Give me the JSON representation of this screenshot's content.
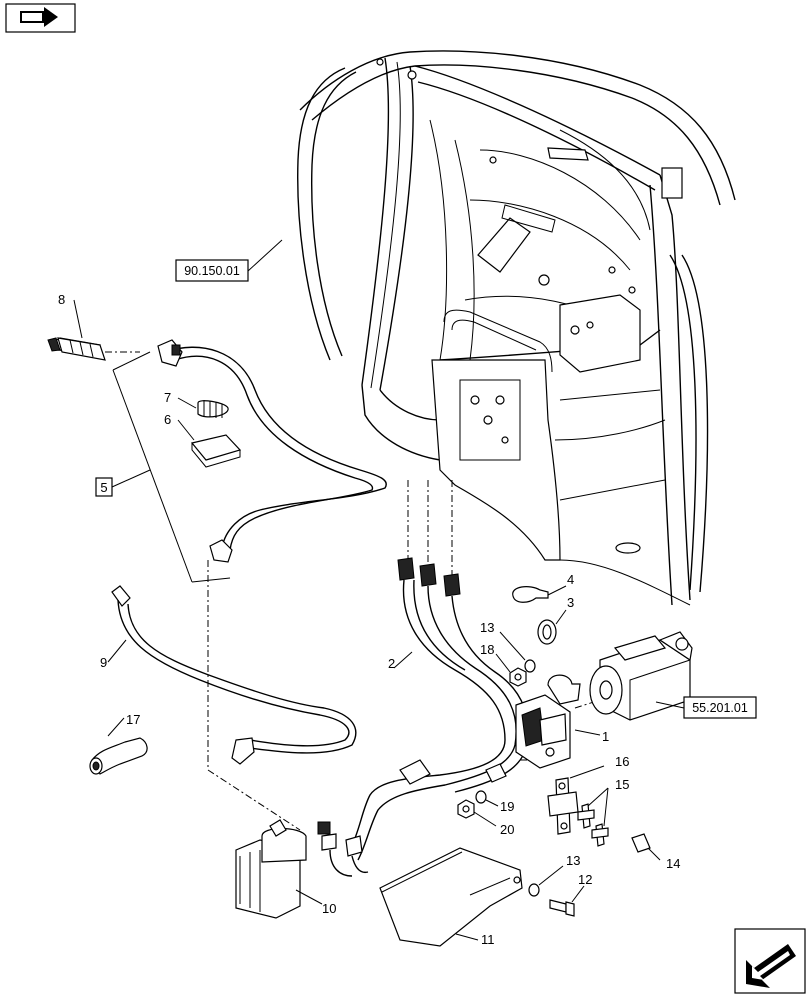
{
  "references": {
    "cab_frame": "90.150.01",
    "starter_motor": "55.201.01"
  },
  "callouts": {
    "c1": "1",
    "c2": "2",
    "c3": "3",
    "c4": "4",
    "c5": "5",
    "c6": "6",
    "c7": "7",
    "c8": "8",
    "c9": "9",
    "c10": "10",
    "c11": "11",
    "c12": "12",
    "c13a": "13",
    "c13b": "13",
    "c14": "14",
    "c15": "15",
    "c16": "16",
    "c17": "17",
    "c18": "18",
    "c19": "19",
    "c20": "20"
  },
  "icons": {
    "top_left": "book-arrow-icon",
    "bottom_right": "arrow-navigation-icon"
  }
}
